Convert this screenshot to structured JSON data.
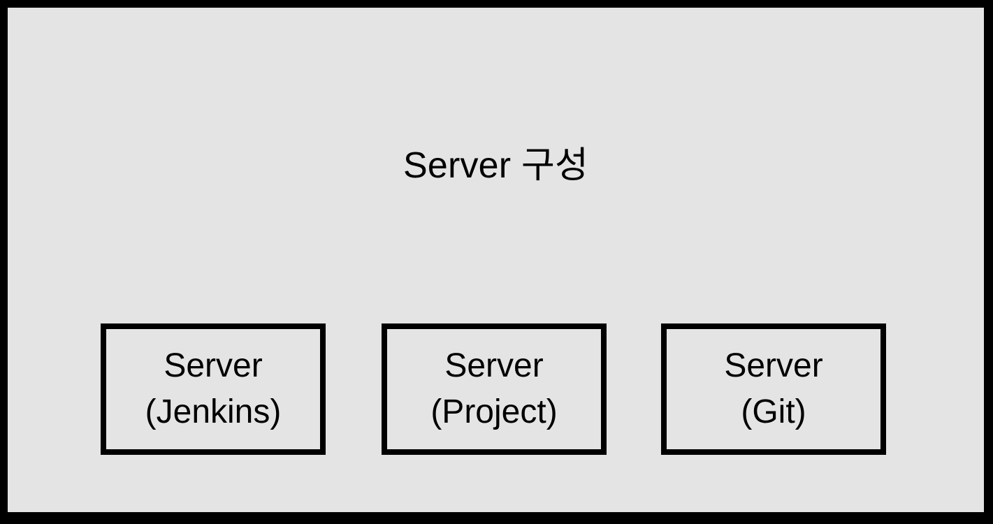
{
  "diagram": {
    "type": "block-diagram",
    "title": "Server 구성",
    "background_color": "#e4e4e4",
    "border_color": "#000000",
    "text_color": "#000000",
    "nodes": [
      {
        "id": "server-jenkins",
        "line1": "Server",
        "line2": "(Jenkins)"
      },
      {
        "id": "server-project",
        "line1": "Server",
        "line2": "(Project)"
      },
      {
        "id": "server-git",
        "line1": "Server",
        "line2": "(Git)"
      }
    ]
  }
}
